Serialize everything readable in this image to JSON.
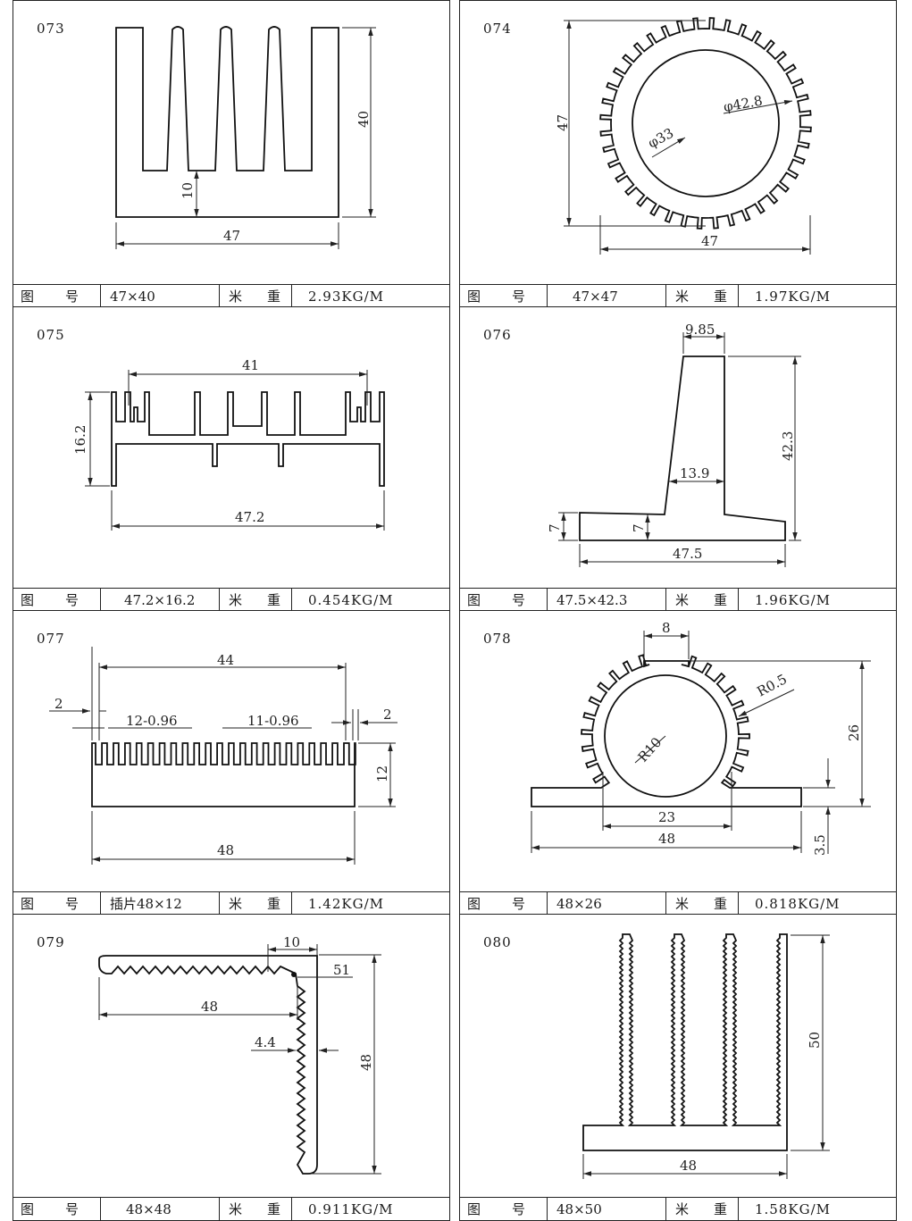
{
  "labels": {
    "drawing_no": [
      "图",
      "号"
    ],
    "weight": [
      "米",
      "重"
    ]
  },
  "panels": [
    {
      "code": "073",
      "size": "47×40",
      "weight": "2.93KG/M",
      "dims": {
        "w": "47",
        "h": "40",
        "base": "10"
      }
    },
    {
      "code": "074",
      "size": "47×47",
      "weight": "1.97KG/M",
      "dims": {
        "w": "47",
        "h": "47",
        "outer": "φ42.8",
        "inner": "φ33"
      }
    },
    {
      "code": "075",
      "size": "47.2×16.2",
      "weight": "0.454KG/M",
      "dims": {
        "top": "41",
        "w": "47.2",
        "h": "16.2"
      }
    },
    {
      "code": "076",
      "size": "47.5×42.3",
      "weight": "1.96KG/M",
      "dims": {
        "top": "9.85",
        "h": "42.3",
        "mid": "13.9",
        "base1": "7",
        "base2": "7",
        "w": "47.5"
      }
    },
    {
      "code": "077",
      "size": "插片48×12",
      "weight": "1.42KG/M",
      "dims": {
        "top": "44",
        "left": "2",
        "right": "2",
        "teeth1": "12-0.96",
        "teeth2": "11-0.96",
        "h": "12",
        "w": "48"
      }
    },
    {
      "code": "078",
      "size": "48×26",
      "weight": "0.818KG/M",
      "dims": {
        "top": "8",
        "radius_small": "R0.5",
        "radius": "R10",
        "h": "26",
        "inner": "23",
        "w": "48",
        "base": "3.5"
      }
    },
    {
      "code": "079",
      "size": "48×48",
      "weight": "0.911KG/M",
      "dims": {
        "top": "10",
        "angle": "51",
        "w": "48",
        "thick": "4.4",
        "h": "48"
      }
    },
    {
      "code": "080",
      "size": "48×50",
      "weight": "1.58KG/M",
      "dims": {
        "h": "50",
        "w": "48"
      }
    }
  ]
}
